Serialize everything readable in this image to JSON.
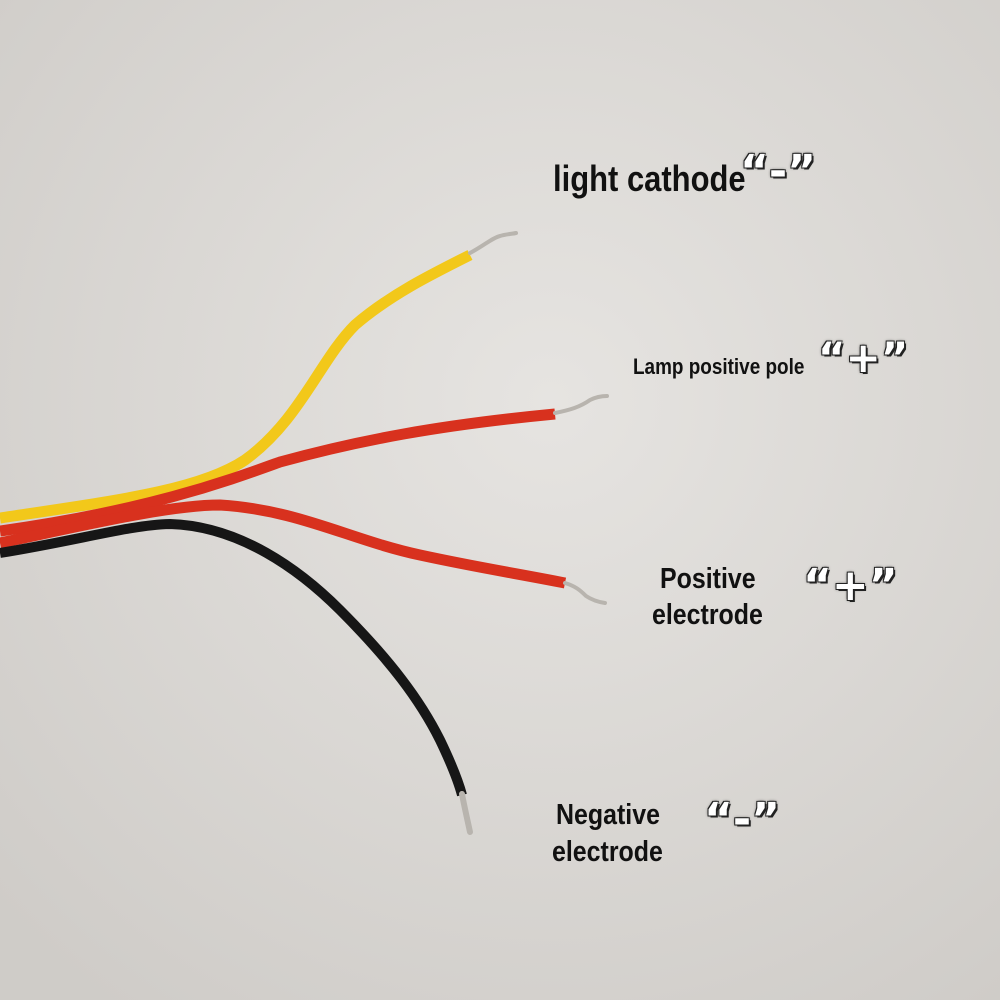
{
  "colors": {
    "background": "#dcd9d6",
    "yellow_wire": "#f2c81a",
    "red_wire": "#d8311e",
    "black_wire": "#161616",
    "conductor": "#b8b4ae"
  },
  "labels": {
    "light_cathode": {
      "text": "light cathode",
      "symbol": "“-”"
    },
    "lamp_positive": {
      "text": "Lamp positive pole",
      "symbol": "“+”"
    },
    "positive_electrode": {
      "line1": "Positive",
      "line2": "electrode",
      "symbol": "“+”"
    },
    "negative_electrode": {
      "line1": "Negative",
      "line2": "electrode",
      "symbol": "“-”"
    }
  }
}
